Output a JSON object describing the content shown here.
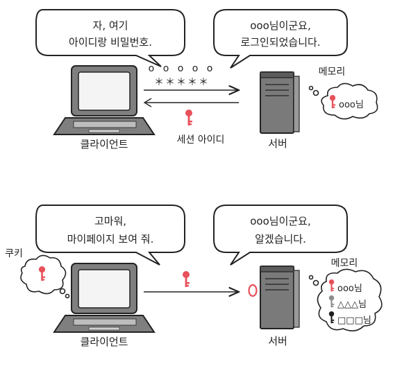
{
  "panel1": {
    "client_bubble": [
      "자, 여기",
      "아이디랑 비밀번호."
    ],
    "server_bubble": [
      "ooo님이군요,",
      "로그인되었습니다."
    ],
    "memory_label": "메모리",
    "credentials_top": "o o o o o",
    "credentials_bottom": "＊＊＊＊＊",
    "session_label": "세션 아이디",
    "memory_entry": "ooo님",
    "client_label": "클라이언트",
    "server_label": "서버"
  },
  "panel2": {
    "client_bubble": [
      "고마워,",
      "마이페이지 보여 줘."
    ],
    "server_bubble": [
      "ooo님이군요,",
      "알겠습니다."
    ],
    "cookie_label": "쿠키",
    "memory_label": "메모리",
    "memory_entries": [
      "ooo님",
      "△△△님",
      "□□□님"
    ],
    "client_label": "클라이언트",
    "server_label": "서버"
  },
  "colors": {
    "key_red": "#e8505a",
    "key_gray": "#8c8c8c",
    "key_black": "#1f1f1f",
    "device_gray": "#7f7f7f"
  }
}
